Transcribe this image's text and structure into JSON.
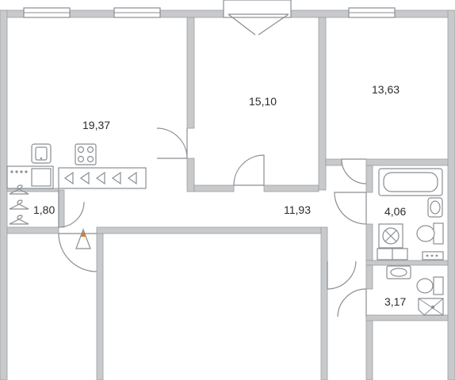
{
  "plan": {
    "rooms": [
      {
        "id": "living-kitchen",
        "area": "19,37"
      },
      {
        "id": "bedroom-middle",
        "area": "15,10"
      },
      {
        "id": "bedroom-right",
        "area": "13,63"
      },
      {
        "id": "wardrobe",
        "area": "1,80"
      },
      {
        "id": "hallway",
        "area": "11,93"
      },
      {
        "id": "bathroom",
        "area": "4,06"
      },
      {
        "id": "shower-room",
        "area": "3,17"
      }
    ],
    "colors": {
      "wall": "#c7c9cb",
      "fixture_stroke": "#8a8e92",
      "label": "#2b2b2b",
      "warning_accent": "#e07a2c",
      "background": "#ffffff"
    }
  }
}
